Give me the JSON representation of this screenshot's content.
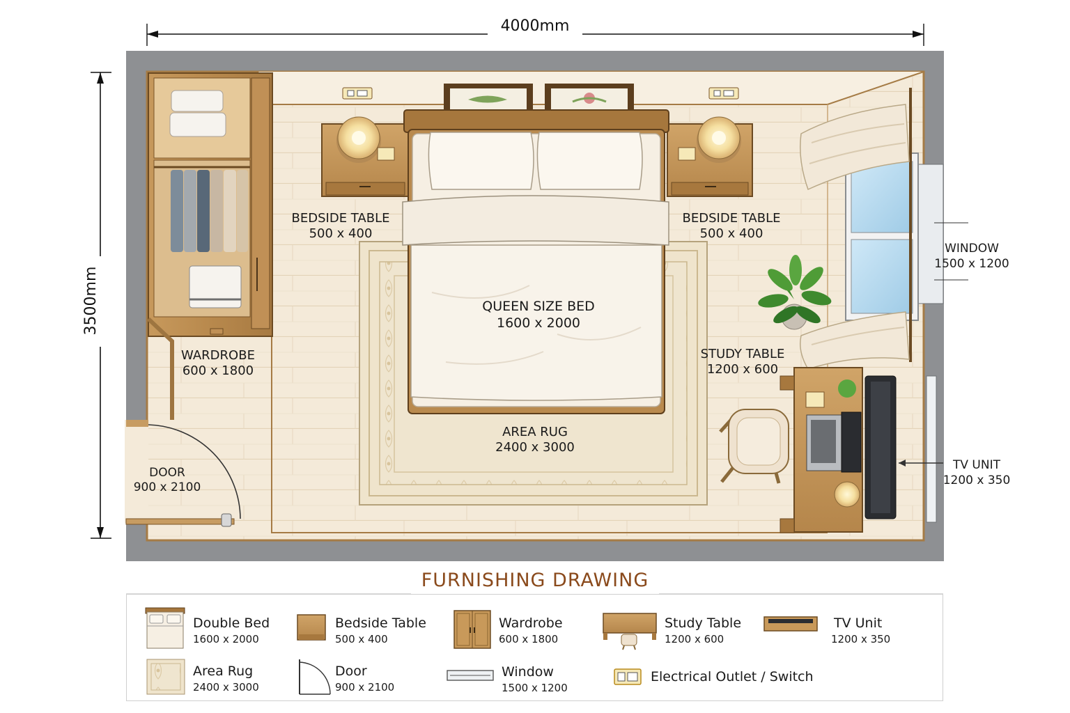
{
  "dimensions": {
    "width": "4000mm",
    "height": "3500mm"
  },
  "labels": {
    "wardrobe": {
      "name": "WARDROBE",
      "size": "600 x 1800"
    },
    "bedside_left": {
      "name": "BEDSIDE TABLE",
      "size": "500 x 400"
    },
    "bedside_right": {
      "name": "BEDSIDE TABLE",
      "size": "500 x 400"
    },
    "bed": {
      "name": "QUEEN SIZE BED",
      "size": "1600 x 2000"
    },
    "rug": {
      "name": "AREA RUG",
      "size": "2400 x 3000"
    },
    "study": {
      "name": "STUDY TABLE",
      "size": "1200 x 600"
    },
    "window": {
      "name": "WINDOW",
      "size": "1500 x 1200"
    },
    "tv": {
      "name": "TV UNIT",
      "size": "1200 x 350"
    },
    "door": {
      "name": "DOOR",
      "size": "900 x 2100"
    }
  },
  "legend": {
    "title": "FURNISHING DRAWING",
    "items": [
      {
        "name": "Double Bed",
        "size": "1600 x 2000",
        "icon": "double-bed-icon"
      },
      {
        "name": "Bedside Table",
        "size": "500 x 400",
        "icon": "bedside-table-icon"
      },
      {
        "name": "Wardrobe",
        "size": "600 x 1800",
        "icon": "wardrobe-icon"
      },
      {
        "name": "Study Table",
        "size": "1200 x 600",
        "icon": "study-table-icon"
      },
      {
        "name": "TV Unit",
        "size": "1200 x 350",
        "icon": "tv-unit-icon"
      },
      {
        "name": "Area Rug",
        "size": "2400 x 3000",
        "icon": "area-rug-icon"
      },
      {
        "name": "Door",
        "size": "900 x 2100",
        "icon": "door-icon"
      },
      {
        "name": "Window",
        "size": "1500 x 1200",
        "icon": "window-icon"
      },
      {
        "name": "Electrical Outlet / Switch",
        "size": "",
        "icon": "electrical-outlet-icon"
      }
    ]
  },
  "colors": {
    "wall": "#8b8d90",
    "floor": "#f3e8d6",
    "wood": "#b98a4e",
    "wood_dark": "#7a5428",
    "bedding": "#f7f1e6",
    "rug": "#efe5cf",
    "plant": "#3f8a2e",
    "legend_title": "#8a4a1c"
  }
}
